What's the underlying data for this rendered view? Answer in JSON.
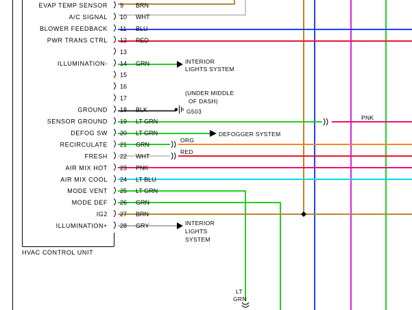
{
  "unit_title": "HVAC CONTROL UNIT",
  "pins": [
    {
      "function": "EVAP TEMP SENSOR",
      "pin": "9",
      "color": "BRN"
    },
    {
      "function": "A/C SIGNAL",
      "pin": "10",
      "color": "WHT"
    },
    {
      "function": "BLOWER FEEDBACK",
      "pin": "11",
      "color": "BLU"
    },
    {
      "function": "PWR TRANS CTRL",
      "pin": "12",
      "color": "RED"
    },
    {
      "function": "",
      "pin": "13",
      "color": ""
    },
    {
      "function": "ILLUMINATION-",
      "pin": "14",
      "color": "GRN"
    },
    {
      "function": "",
      "pin": "15",
      "color": ""
    },
    {
      "function": "",
      "pin": "16",
      "color": ""
    },
    {
      "function": "",
      "pin": "17",
      "color": ""
    },
    {
      "function": "GROUND",
      "pin": "18",
      "color": "BLK"
    },
    {
      "function": "SENSOR GROUND",
      "pin": "19",
      "color": "LT GRN"
    },
    {
      "function": "DEFOG SW",
      "pin": "20",
      "color": "LT GRN"
    },
    {
      "function": "RECIRCULATE",
      "pin": "21",
      "color": "GRN"
    },
    {
      "function": "FRESH",
      "pin": "22",
      "color": "WHT"
    },
    {
      "function": "AIR MIX HOT",
      "pin": "23",
      "color": "PNK"
    },
    {
      "function": "AIR MIX COOL",
      "pin": "24",
      "color": "LT BLU"
    },
    {
      "function": "MODE VENT",
      "pin": "25",
      "color": "LT GRN"
    },
    {
      "function": "MODE DEF",
      "pin": "26",
      "color": "GRN"
    },
    {
      "function": "IG2",
      "pin": "27",
      "color": "BRN"
    },
    {
      "function": "ILLUMINATION+",
      "pin": "28",
      "color": "GRY"
    }
  ],
  "annotations": {
    "interior_lights_1": [
      "INTERIOR",
      "LIGHTS SYSTEM"
    ],
    "under_dash": [
      "(UNDER MIDDLE",
      "OF DASH)"
    ],
    "ground_ref": "G503",
    "defogger": "DEFOGGER SYSTEM",
    "pnk_label": "PNK",
    "org_label": "ORG",
    "red_label": "RED",
    "interior_lights_2": [
      "INTERIOR",
      "LIGHTS",
      "SYSTEM"
    ],
    "lt_grn_label": [
      "LT",
      "GRN"
    ]
  },
  "colors": {
    "brn": "#b8862b",
    "blu": "#2040ff",
    "red": "#ee1030",
    "grn": "#22cc22",
    "lt_grn": "#22cc22",
    "org": "#f08a1e",
    "pnk": "#ee1070",
    "lt_blu": "#00d8f0",
    "gry": "#b0b0b0",
    "wht": "#c8c8c8",
    "magenta": "#e020e0",
    "blk": "#000000"
  }
}
